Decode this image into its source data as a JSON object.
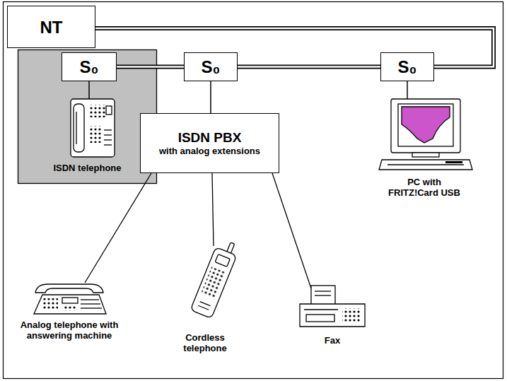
{
  "diagram": {
    "nodes": [
      {
        "text": [
          "NT"
        ]
      },
      {
        "text": [
          "ISDN telephone"
        ]
      },
      {
        "text": [
          "S₀"
        ],
        "in": 1
      },
      {
        "text": [
          "S₀"
        ]
      },
      {
        "text": [
          "S₀"
        ]
      },
      {
        "text": [
          "ISDN PBX",
          "with analog extensions"
        ]
      }
    ],
    "edges": [
      {
        "from": 0,
        "to": 4,
        "arrow": "none"
      },
      {
        "from": 2,
        "to": 3,
        "arrow": "none"
      },
      {
        "from": 3,
        "to": 4,
        "arrow": "none"
      },
      {
        "from": 3,
        "to": 5,
        "arrow": "none"
      }
    ],
    "labels": [
      "PC with FRITZ!Card USB",
      "Analog telephone with answering machine",
      "Cordless telephone",
      "Fax"
    ]
  }
}
